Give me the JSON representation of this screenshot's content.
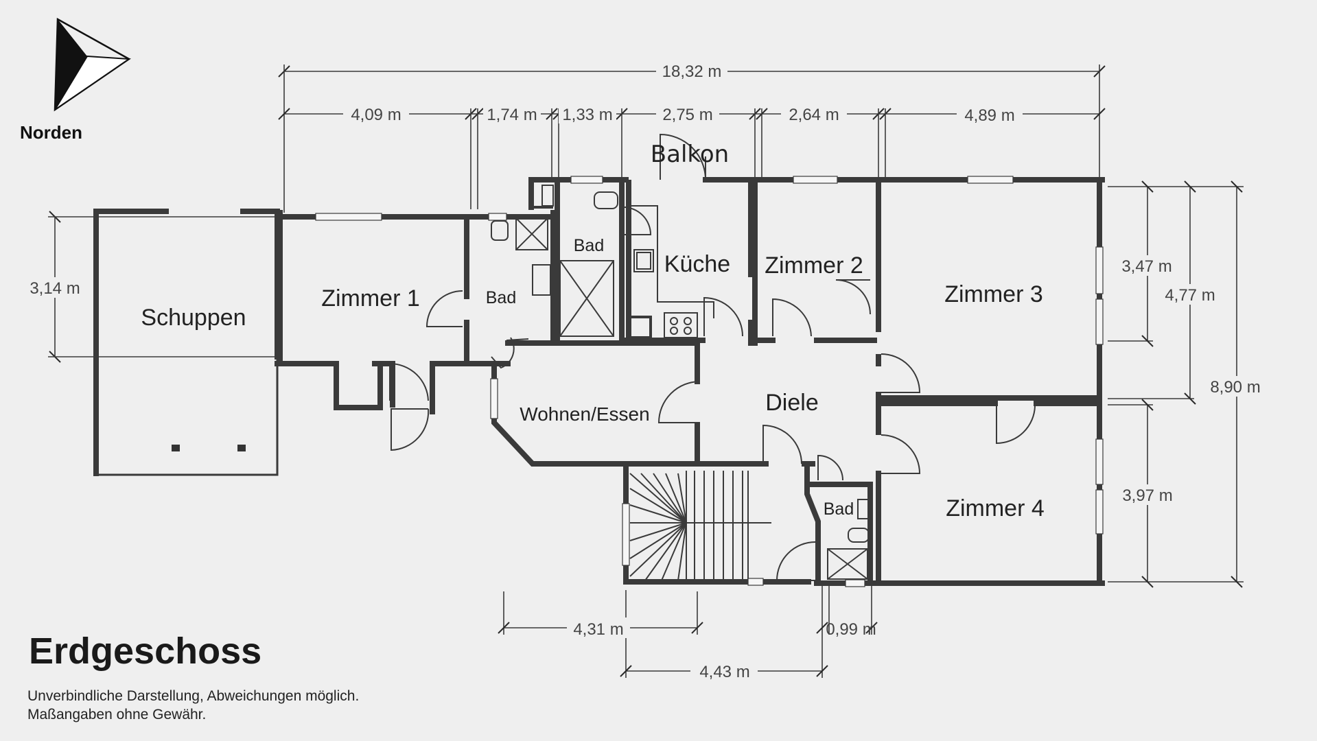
{
  "compass": {
    "label": "Norden"
  },
  "title": "Erdgeschoss",
  "disclaimer": {
    "line1": "Unverbindliche Darstellung, Abweichungen möglich.",
    "line2": "Maßangaben ohne Gewähr."
  },
  "rooms": [
    {
      "key": "schuppen",
      "label": "Schuppen"
    },
    {
      "key": "zimmer1",
      "label": "Zimmer 1"
    },
    {
      "key": "bad1",
      "label": "Bad"
    },
    {
      "key": "bad2",
      "label": "Bad"
    },
    {
      "key": "balkon",
      "label": "Balkon"
    },
    {
      "key": "kueche",
      "label": "Küche"
    },
    {
      "key": "zimmer2",
      "label": "Zimmer 2"
    },
    {
      "key": "zimmer3",
      "label": "Zimmer 3"
    },
    {
      "key": "wohnen",
      "label": "Wohnen/Essen"
    },
    {
      "key": "diele",
      "label": "Diele"
    },
    {
      "key": "bad3",
      "label": "Bad"
    },
    {
      "key": "zimmer4",
      "label": "Zimmer 4"
    }
  ],
  "dimensions": {
    "total_width": "18,32 m",
    "segments": [
      "4,09 m",
      "1,74 m",
      "1,33 m",
      "2,75 m",
      "2,64 m",
      "4,89 m"
    ],
    "schuppen_depth": "3,14 m",
    "right_347": "3,47 m",
    "right_477": "4,77 m",
    "right_890": "8,90 m",
    "right_397": "3,97 m",
    "bottom_431": "4,31 m",
    "bottom_099": "0,99 m",
    "bottom_443": "4,43 m"
  }
}
